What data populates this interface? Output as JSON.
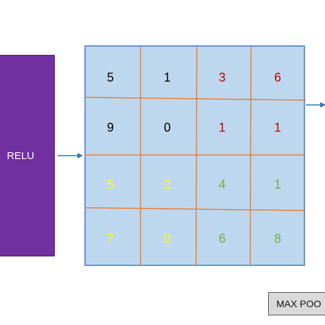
{
  "relu": {
    "label": "RELU",
    "color": "#7030a0"
  },
  "matrix": {
    "fill_color": "#bdd7ee",
    "border_color": "#4472c4",
    "gridline_color": "#ed7d31",
    "rows": [
      [
        {
          "value": "5",
          "color": "#000000"
        },
        {
          "value": "1",
          "color": "#000000"
        },
        {
          "value": "3",
          "color": "#c00000"
        },
        {
          "value": "6",
          "color": "#c00000"
        }
      ],
      [
        {
          "value": "9",
          "color": "#000000"
        },
        {
          "value": "0",
          "color": "#000000"
        },
        {
          "value": "1",
          "color": "#c00000"
        },
        {
          "value": "1",
          "color": "#c00000"
        }
      ],
      [
        {
          "value": "5",
          "color": "#ffff00"
        },
        {
          "value": "2",
          "color": "#ffff00"
        },
        {
          "value": "4",
          "color": "#70ad47"
        },
        {
          "value": "1",
          "color": "#70ad47"
        }
      ],
      [
        {
          "value": "7",
          "color": "#ffff00"
        },
        {
          "value": "0",
          "color": "#ffff00"
        },
        {
          "value": "6",
          "color": "#70ad47"
        },
        {
          "value": "8",
          "color": "#70ad47"
        }
      ]
    ]
  },
  "arrow_color": "#2e75b6",
  "max_pool_button": {
    "label": "MAX POO"
  }
}
